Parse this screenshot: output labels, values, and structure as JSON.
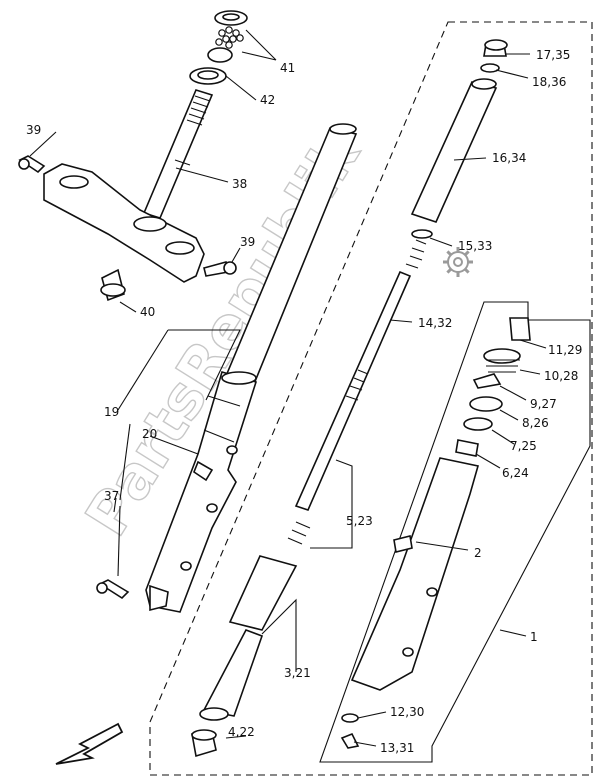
{
  "watermark": "PartsRepublik",
  "labels": {
    "l1": "1",
    "l2": "2",
    "l3": "3,21",
    "l4": "4,22",
    "l5": "5,23",
    "l6": "6,24",
    "l7": "7,25",
    "l8": "8,26",
    "l9": "9,27",
    "l10": "10,28",
    "l11": "11,29",
    "l12": "12,30",
    "l13": "13,31",
    "l14": "14,32",
    "l15": "15,33",
    "l16": "16,34",
    "l17": "17,35",
    "l18": "18,36",
    "l19": "19",
    "l20": "20",
    "l37": "37",
    "l38": "38",
    "l39a": "39",
    "l39b": "39",
    "l40": "40",
    "l41": "41",
    "l42": "42"
  },
  "icons": {
    "direction": "arrow-down-left-icon",
    "watermark_logo": "gear-icon"
  }
}
